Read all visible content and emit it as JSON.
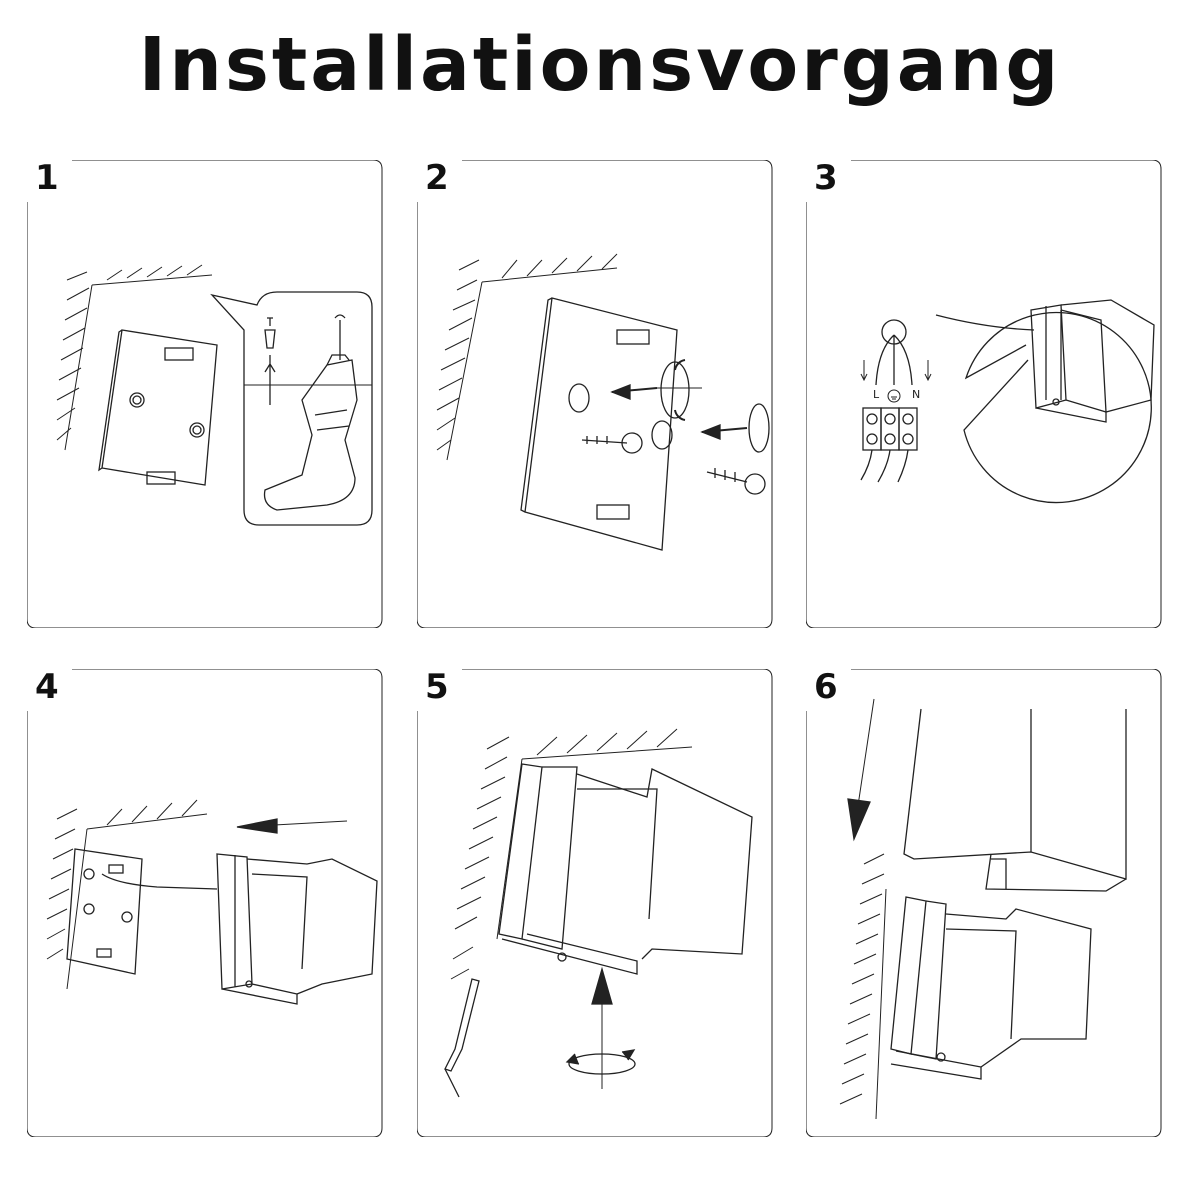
{
  "title": "Installationsvorgang",
  "steps": [
    {
      "number": "1"
    },
    {
      "number": "2"
    },
    {
      "number": "3",
      "terminal_labels": {
        "live": "L",
        "neutral": "N"
      }
    },
    {
      "number": "4"
    },
    {
      "number": "5"
    },
    {
      "number": "6"
    }
  ]
}
